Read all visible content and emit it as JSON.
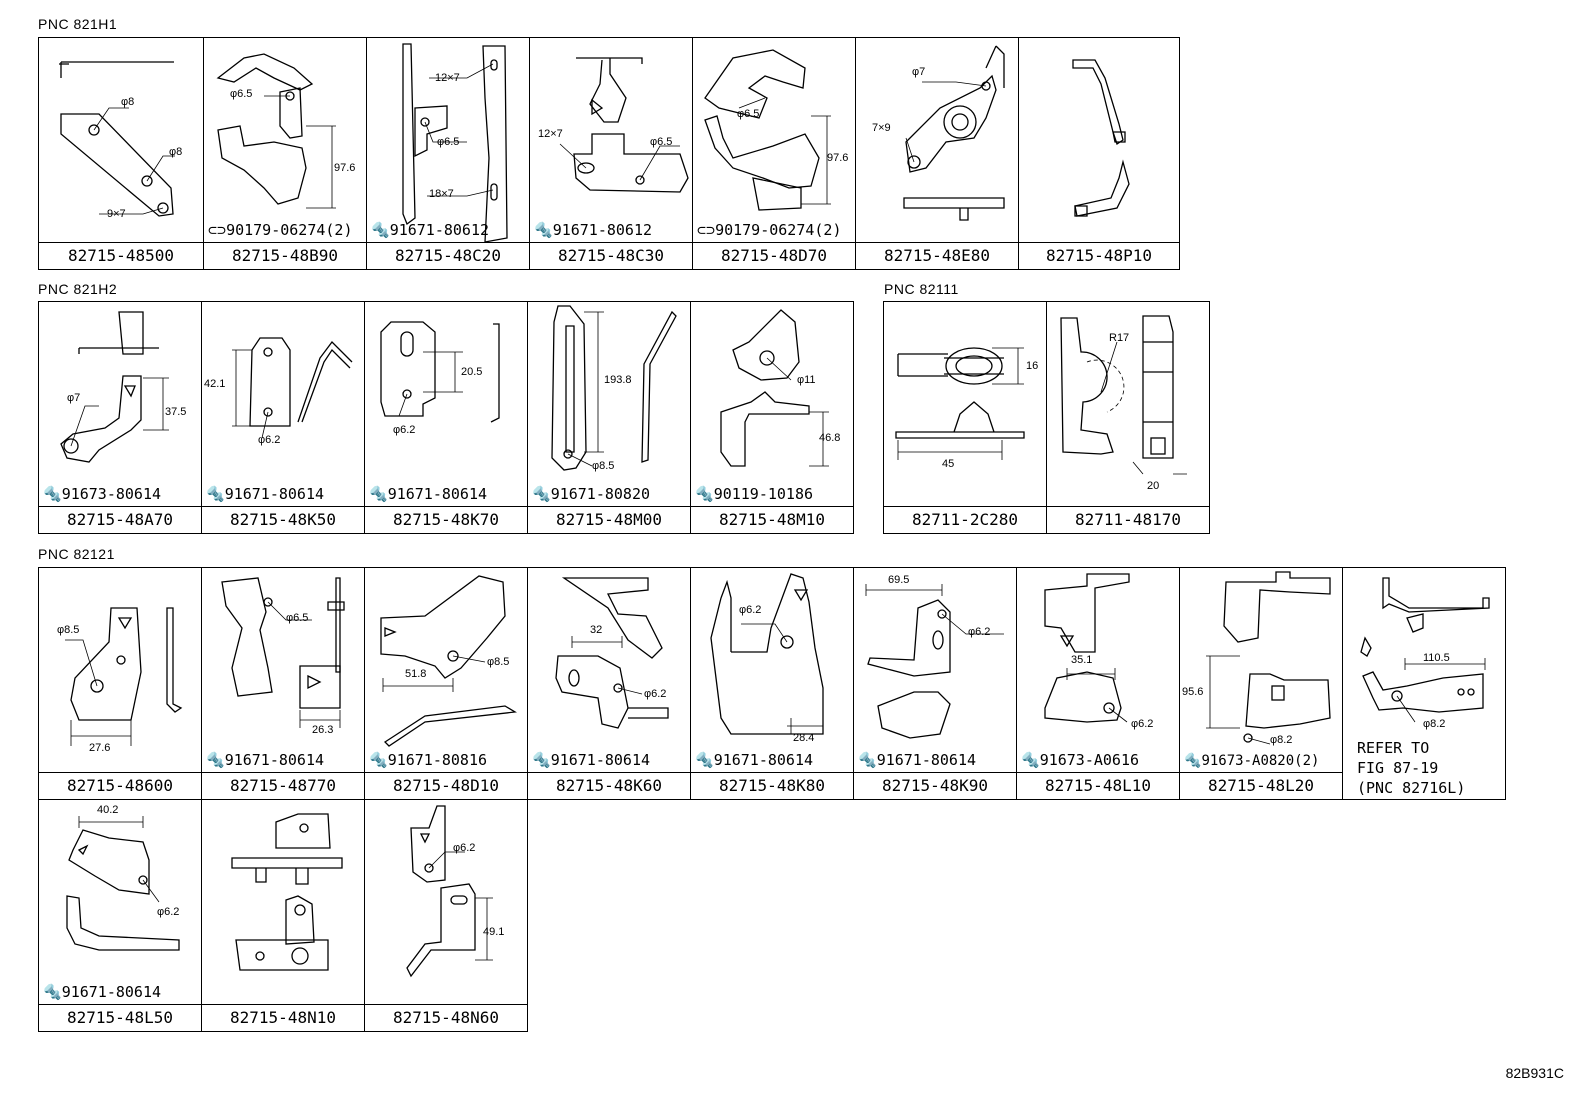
{
  "sections": [
    {
      "pnc": "PNC 821H1",
      "parts": [
        {
          "part_no": "82715-48500",
          "dims": [
            "φ8",
            "φ8",
            "9×7"
          ]
        },
        {
          "part_no": "82715-48B90",
          "dims": [
            "φ6.5",
            "97.6"
          ],
          "fastener": "90179-06274(2)"
        },
        {
          "part_no": "82715-48C20",
          "dims": [
            "12×7",
            "φ6.5",
            "18×7"
          ],
          "fastener": "91671-80612"
        },
        {
          "part_no": "82715-48C30",
          "dims": [
            "12×7",
            "φ6.5"
          ],
          "fastener": "91671-80612"
        },
        {
          "part_no": "82715-48D70",
          "dims": [
            "φ6.5",
            "97.6"
          ],
          "fastener": "90179-06274(2)"
        },
        {
          "part_no": "82715-48E80",
          "dims": [
            "φ7",
            "7×9"
          ]
        },
        {
          "part_no": "82715-48P10",
          "dims": []
        }
      ]
    },
    {
      "pnc": "PNC 821H2",
      "parts": [
        {
          "part_no": "82715-48A70",
          "dims": [
            "φ7",
            "37.5"
          ],
          "fastener": "91673-80614"
        },
        {
          "part_no": "82715-48K50",
          "dims": [
            "42.1",
            "φ6.2"
          ],
          "fastener": "91671-80614"
        },
        {
          "part_no": "82715-48K70",
          "dims": [
            "20.5",
            "φ6.2"
          ],
          "fastener": "91671-80614"
        },
        {
          "part_no": "82715-48M00",
          "dims": [
            "193.8",
            "φ8.5"
          ],
          "fastener": "91671-80820"
        },
        {
          "part_no": "82715-48M10",
          "dims": [
            "φ11",
            "46.8"
          ],
          "fastener": "90119-10186"
        }
      ]
    },
    {
      "pnc": "PNC 82111",
      "parts": [
        {
          "part_no": "82711-2C280",
          "dims": [
            "16",
            "45"
          ]
        },
        {
          "part_no": "82711-48170",
          "dims": [
            "R17",
            "20"
          ]
        }
      ]
    },
    {
      "pnc": "PNC 82121",
      "parts": [
        {
          "part_no": "82715-48600",
          "dims": [
            "φ8.5",
            "27.6"
          ]
        },
        {
          "part_no": "82715-48770",
          "dims": [
            "φ6.5",
            "26.3"
          ],
          "fastener": "91671-80614"
        },
        {
          "part_no": "82715-48D10",
          "dims": [
            "51.8",
            "φ8.5"
          ],
          "fastener": "91671-80816"
        },
        {
          "part_no": "82715-48K60",
          "dims": [
            "32",
            "φ6.2"
          ],
          "fastener": "91671-80614"
        },
        {
          "part_no": "82715-48K80",
          "dims": [
            "φ6.2",
            "28.4"
          ],
          "fastener": "91671-80614"
        },
        {
          "part_no": "82715-48K90",
          "dims": [
            "69.5",
            "φ6.2"
          ],
          "fastener": "91671-80614"
        },
        {
          "part_no": "82715-48L10",
          "dims": [
            "35.1",
            "φ6.2"
          ],
          "fastener": "91673-A0616"
        },
        {
          "part_no": "82715-48L20",
          "dims": [
            "95.6",
            "φ8.2"
          ],
          "fastener": "91673-A0820(2)"
        },
        {
          "part_no": "",
          "dims": [
            "110.5",
            "φ8.2"
          ],
          "refer": "REFER TO\nFIG 87-19\n(PNC 82716L)"
        },
        {
          "part_no": "82715-48L50",
          "dims": [
            "40.2",
            "φ6.2"
          ],
          "fastener": "91671-80614"
        },
        {
          "part_no": "82715-48N10",
          "dims": []
        },
        {
          "part_no": "82715-48N60",
          "dims": [
            "φ6.2",
            "49.1"
          ]
        }
      ]
    }
  ],
  "footer_code": "82B931C"
}
